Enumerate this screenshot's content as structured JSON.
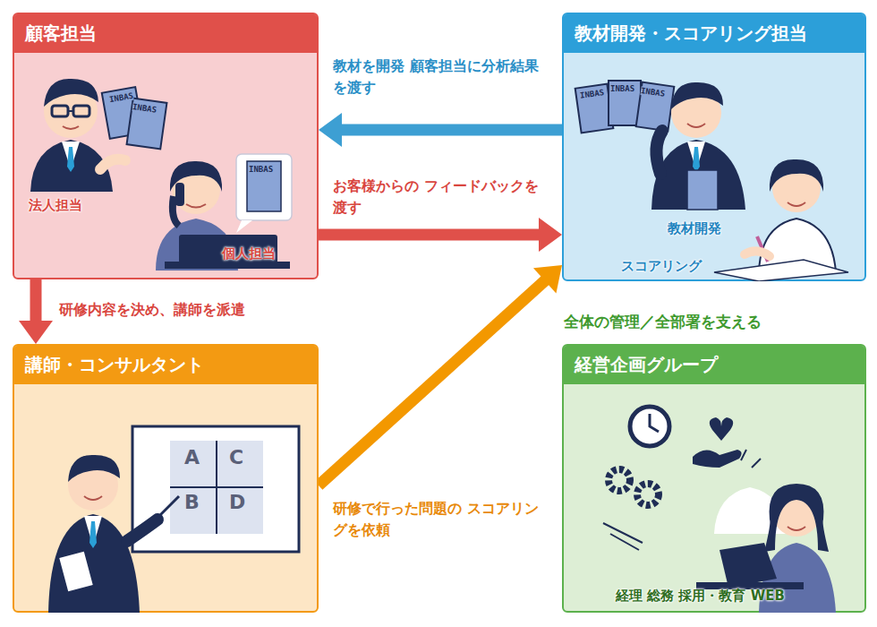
{
  "diagram": {
    "nodes": [
      {
        "text": [
          "顧客担当",
          "法人担当",
          "個人担当"
        ]
      },
      {
        "text": [
          "教材開発・スコアリング担当",
          "教材開発",
          "スコアリング"
        ]
      },
      {
        "text": [
          "講師・コンサルタント"
        ]
      },
      {
        "text": [
          "経営企画グループ",
          "全体の管理／全部署を支える",
          "経理 総務 採用・教育 WEB"
        ]
      }
    ],
    "edges": [
      {
        "from": 1,
        "to": 0,
        "label": "教材を開発 顧客担当に分析結果を渡す",
        "arrow": "to"
      },
      {
        "from": 0,
        "to": 1,
        "label": "お客様からの フィードバックを渡す",
        "arrow": "to"
      },
      {
        "from": 0,
        "to": 2,
        "label": "研修内容を決め、講師を派遣",
        "arrow": "to"
      },
      {
        "from": 2,
        "to": 1,
        "label": "研修で行った問題の スコアリングを依頼",
        "arrow": "to"
      }
    ],
    "labels": [
      "INBAS",
      "INBAS",
      "INBAS",
      "INBAS",
      "INBAS",
      "INBAS",
      "A",
      "B",
      "C",
      "D"
    ]
  }
}
